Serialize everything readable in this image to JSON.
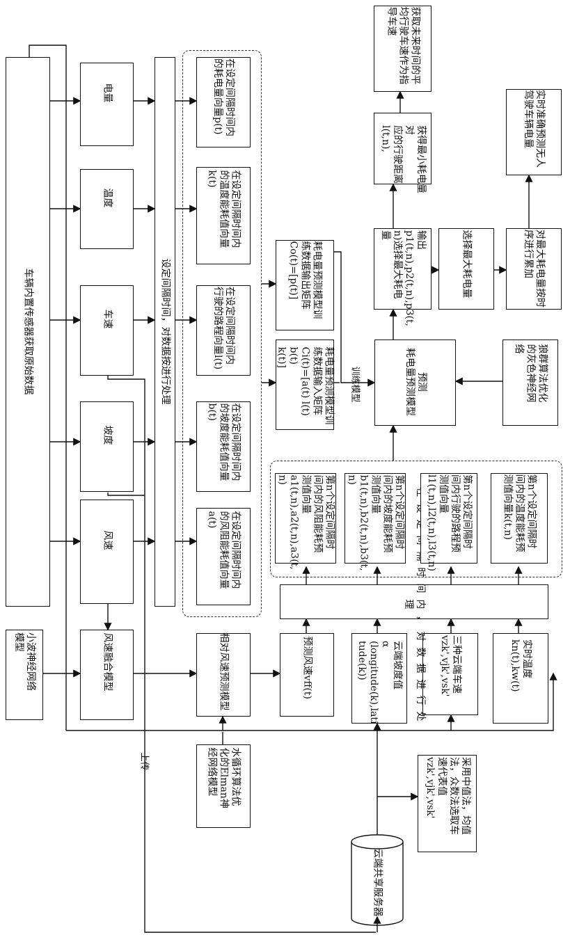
{
  "boxes": {
    "sensor": "车辆内置传感器获取原始数据",
    "interval": "设定间隔时间，对数据按进行处理",
    "wavelet": "小波神经网络\n模型",
    "power": "电量",
    "temp": "温度",
    "speed": "车速",
    "slope": "坡度",
    "wind": "风速",
    "wind_fusion": "风速融合模型",
    "rel_wind_model": "相对风速预测模型",
    "elman": "水循环算法优\n化的Elman神\n经网络模型",
    "v_power": "在设定间隔时间内\n的耗电量向量p(t)",
    "v_temp": "在设定间隔时间内\n的温度能耗值向量\nk(t)",
    "v_dist": "在设定间隔时间内\n行驶的路程向量l(t)",
    "v_slope": "在设定间隔时间内\n的坡度能耗值向量\nb(t)",
    "v_wind": "在设定间隔时间内\n的风阻能耗值向量\na(t)",
    "pred_wind": "预测风速vff(t)",
    "cloud_slope": "云端坡度值\nα (longitude(k),lati\ntude(k))",
    "three_speed": "三种云端车速\nvzk',vjk',vsk'",
    "real_temp": "实时温度\nkn(t),kw(t)",
    "rep_speed": "采用中值法，均值\n法，众数法选取车\n速代表值\nvzk',vjk',vsk'",
    "cloud_server": "云端共享服务器",
    "process2": "在设定间隔时间内，对数据进行处理",
    "pn_wind": "第n个设定间隔时\n间内的风阻能耗预\n测值向量\na1(t,n),a2(t,n),a3(t,\nn)",
    "pn_slope": "第n个设定间隔时\n间内的坡度能耗预\n测值向量\nb1(t,n),b2(t,n),b3(t,\nn)",
    "pn_dist": "第n个设定间隔时\n间内行驶的路程预\n测值向量\nl1(t,n),l2(t,n),l3(t,n)",
    "pn_temp": "第n个设定间隔时\n间内的温度能耗预\n测值向量k(t,n)",
    "train_in": "耗电量预测模型训\n练数据输入矩阵\nCi(t)=[a(t) l(t) b(t)\nk(t)]",
    "train_out": "耗电量预测模型训\n练数据输出矩阵\nCo(t)=[p(t)]",
    "consumption_model": "预测\n耗电量预测模型",
    "wolf": "狼群算法优化\n的灰色神经网\n络",
    "output": "输出\np1(t,n),p2(t,n),p3(t,\nn)选择最大耗电量",
    "select_max": "选择最大耗电量",
    "sort_max": "对最大耗电量按时\n序进行累加",
    "min_dist": "获得最小耗电量对\n应的行驶距离l(t,n),",
    "avg_speed": "获取未来时间的平\n均行驶车速作为指\n导车速",
    "realtime": "实时准确预测无人\n驾驶车辆电量"
  },
  "labels": {
    "train_model": "训练模型",
    "upload": "上传"
  }
}
